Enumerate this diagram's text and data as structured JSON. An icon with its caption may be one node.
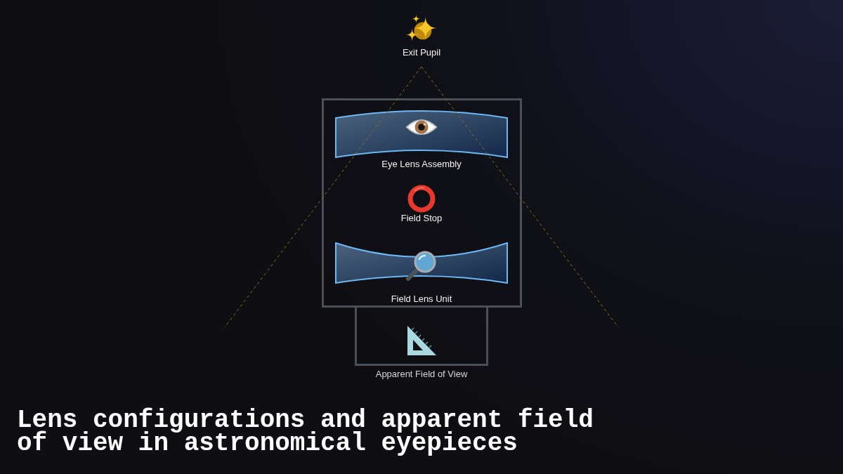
{
  "diagram": {
    "title": "Lens configurations and apparent field of view in astronomical eyepieces",
    "nodes": [
      {
        "text": [
          "Exit Pupil"
        ]
      },
      {
        "text": [],
        "shape": "box"
      },
      {
        "text": [
          "Eye Lens Assembly"
        ],
        "in": 1
      },
      {
        "text": [
          "Field Stop"
        ],
        "in": 1
      },
      {
        "text": [
          "Field Lens Unit"
        ],
        "in": 1
      },
      {
        "text": [
          "Apparent Field of View"
        ]
      }
    ]
  }
}
